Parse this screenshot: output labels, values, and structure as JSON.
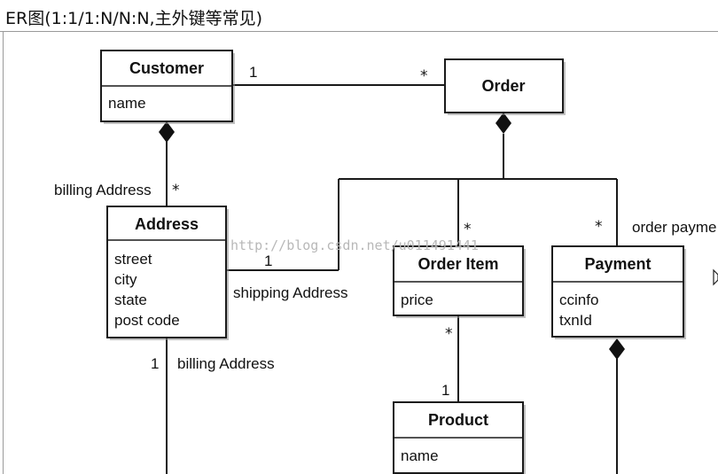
{
  "header": {
    "title": "ER图(1:1/1:N/N:N,主外键等常见)"
  },
  "classes": {
    "customer": {
      "name": "Customer",
      "attrs": [
        "name"
      ]
    },
    "order": {
      "name": "Order"
    },
    "address": {
      "name": "Address",
      "attrs": [
        "street",
        "city",
        "state",
        "post code"
      ]
    },
    "order_item": {
      "name": "Order Item",
      "attrs": [
        "price"
      ]
    },
    "payment": {
      "name": "Payment",
      "attrs": [
        "ccinfo",
        "txnId"
      ]
    },
    "product": {
      "name": "Product",
      "attrs": [
        "name"
      ]
    }
  },
  "labels": {
    "customer_order_one": "1",
    "customer_order_many": "*",
    "billing_address_top": "billing Address",
    "address_many": "*",
    "shipping_one": "1",
    "shipping_address": "shipping Address",
    "order_item_many": "*",
    "payment_many": "*",
    "order_payment": "order payme",
    "product_many": "*",
    "product_one": "1",
    "billing_bottom_one": "1",
    "billing_address_bottom": "billing Address"
  },
  "watermark": "http://blog.csdn.net/u011491441"
}
